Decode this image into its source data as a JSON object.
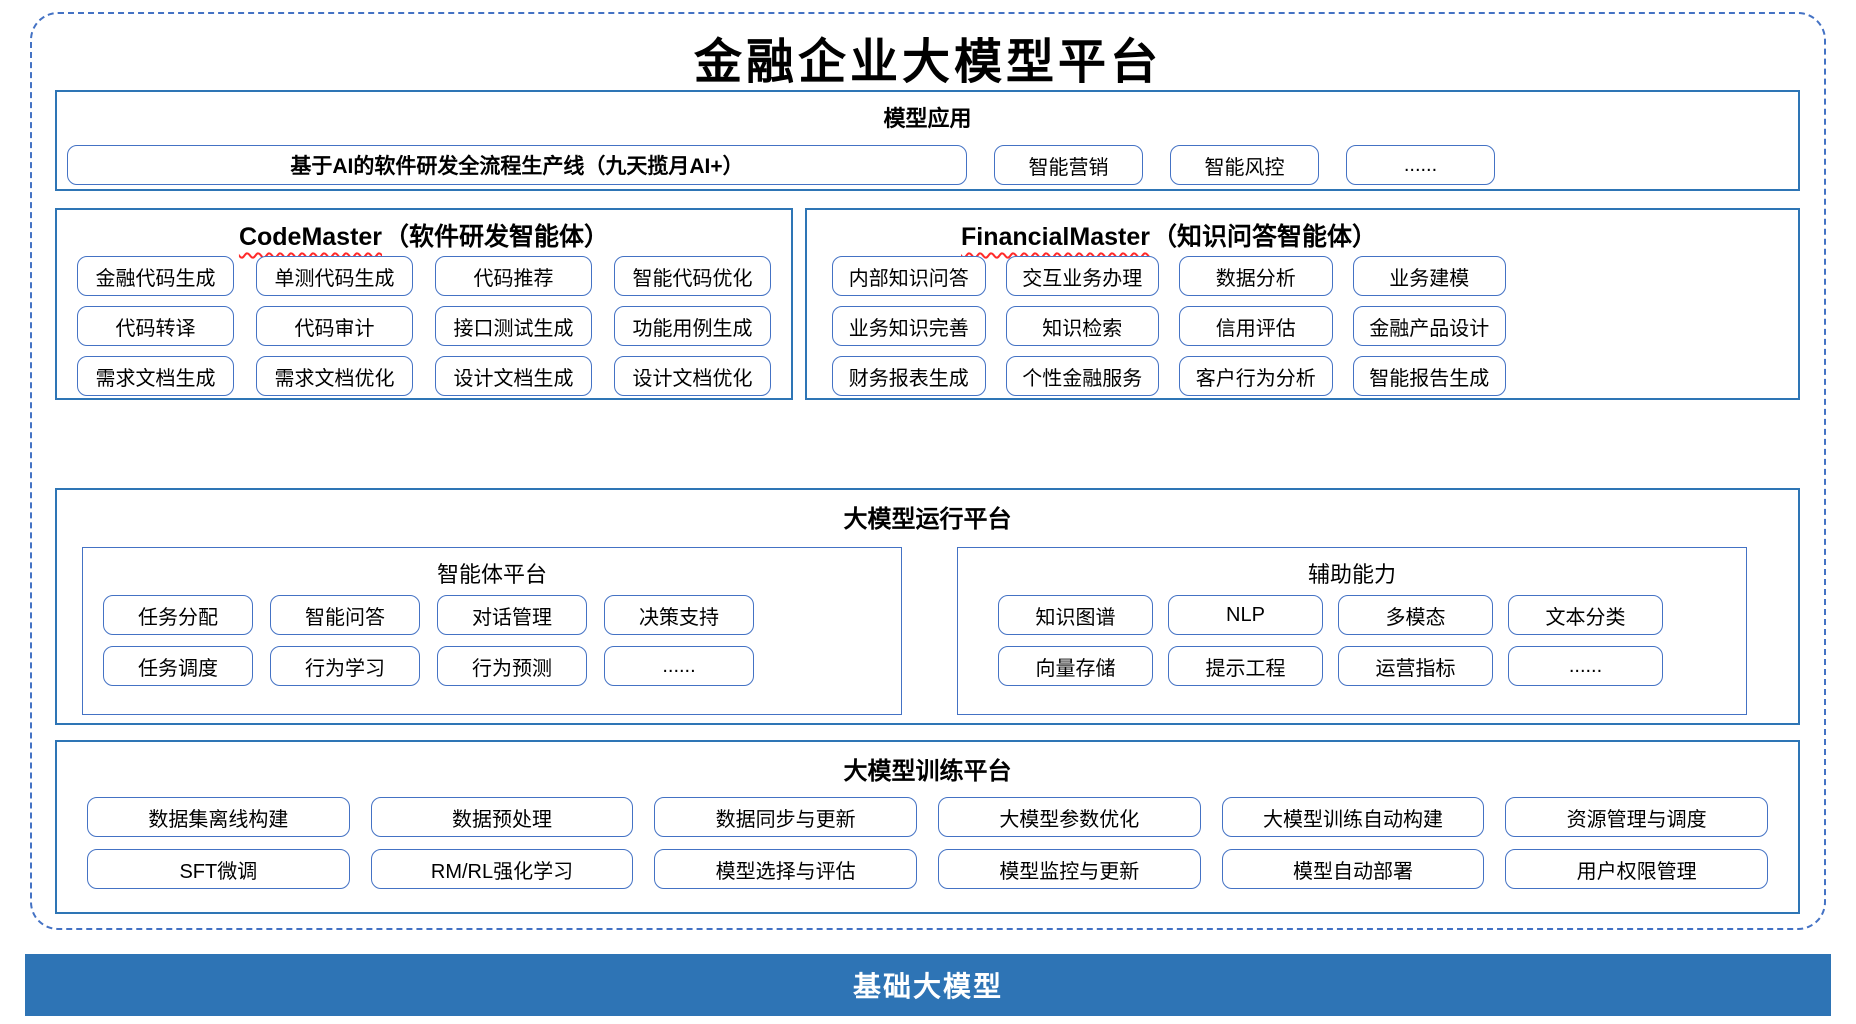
{
  "page_title": "金融企业大模型平台",
  "colors": {
    "section_border": "#2E75B5",
    "chip_border": "#4472C4",
    "outer_dashed_border": "#4472C4",
    "bar_background": "#2E74B5",
    "bar_text": "#FFFFFF",
    "spellcheck_squiggle": "#FF2A2A"
  },
  "model_app": {
    "header": "模型应用",
    "pipeline": "基于AI的软件研发全流程生产线（九天揽月AI+）",
    "chips": [
      "智能营销",
      "智能风控",
      "......"
    ]
  },
  "code_master": {
    "title_en": "CodeMaster",
    "title_zh": "（软件研发智能体）",
    "items": [
      "金融代码生成",
      "单测代码生成",
      "代码推荐",
      "智能代码优化",
      "代码转译",
      "代码审计",
      "接口测试生成",
      "功能用例生成",
      "需求文档生成",
      "需求文档优化",
      "设计文档生成",
      "设计文档优化"
    ]
  },
  "financial_master": {
    "title_en": "FinancialMaster",
    "title_zh": "（知识问答智能体）",
    "items": [
      "内部知识问答",
      "交互业务办理",
      "数据分析",
      "业务建模",
      "业务知识完善",
      "知识检索",
      "信用评估",
      "金融产品设计",
      "财务报表生成",
      "个性金融服务",
      "客户行为分析",
      "智能报告生成"
    ]
  },
  "runtime_platform": {
    "header": "大模型运行平台",
    "agent_platform": {
      "header": "智能体平台",
      "items": [
        "任务分配",
        "智能问答",
        "对话管理",
        "决策支持",
        "任务调度",
        "行为学习",
        "行为预测",
        "......"
      ]
    },
    "aux_capability": {
      "header": "辅助能力",
      "items": [
        "知识图谱",
        "NLP",
        "多模态",
        "文本分类",
        "向量存储",
        "提示工程",
        "运营指标",
        "......"
      ]
    }
  },
  "training_platform": {
    "header": "大模型训练平台",
    "items": [
      "数据集离线构建",
      "数据预处理",
      "数据同步与更新",
      "大模型参数优化",
      "大模型训练自动构建",
      "资源管理与调度",
      "SFT微调",
      "RM/RL强化学习",
      "模型选择与评估",
      "模型监控与更新",
      "模型自动部署",
      "用户权限管理"
    ]
  },
  "base_model_bar": {
    "label": "基础大模型"
  }
}
